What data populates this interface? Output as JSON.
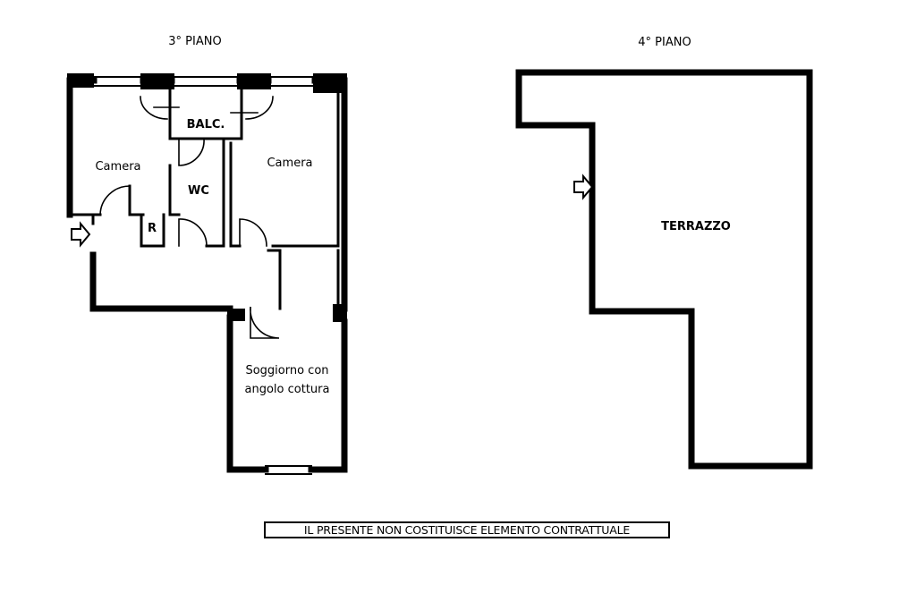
{
  "floor_3": {
    "title": "3° PIANO",
    "rooms": {
      "camera_left": "Camera",
      "camera_right": "Camera",
      "balcony": "BALC.",
      "wc": "WC",
      "r": "R",
      "living_line1": "Soggiorno con",
      "living_line2": "angolo cottura"
    }
  },
  "floor_4": {
    "title": "4° PIANO",
    "rooms": {
      "terrace": "TERRAZZO"
    }
  },
  "disclaimer": "IL PRESENTE NON COSTITUISCE ELEMENTO CONTRATTUALE"
}
